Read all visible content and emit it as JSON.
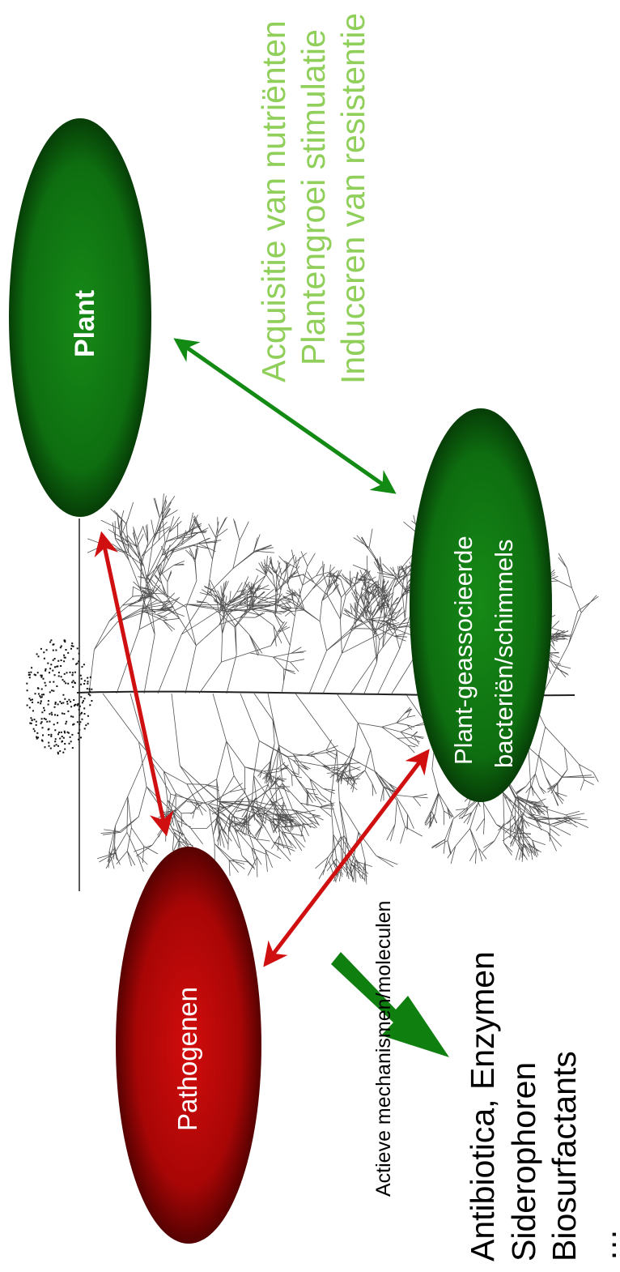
{
  "nodes": {
    "plant": {
      "label": "Plant"
    },
    "microbes": {
      "line1": "Plant-geassocieerde",
      "line2": "bacteriën/schimmels"
    },
    "pathogens": {
      "label": "Pathogenen"
    }
  },
  "benefits": [
    "Acquisitie van nutriënten",
    "Plantengroei stimulatie",
    "Induceren van resistentie"
  ],
  "mechanism": {
    "label": "Actieve mechanismen/moleculen",
    "items": [
      "Antibiotica, Enzymen",
      "Siderophoren",
      "Biosurfactants",
      "…"
    ]
  },
  "colors": {
    "plant_green": "#0f7a12",
    "dark_green": "#053b06",
    "pathogen_red": "#c40a0a",
    "dark_red": "#4a0000",
    "benefit_text": "#8fcf5a",
    "arrow_green": "#138a13",
    "arrow_red": "#d01010"
  }
}
